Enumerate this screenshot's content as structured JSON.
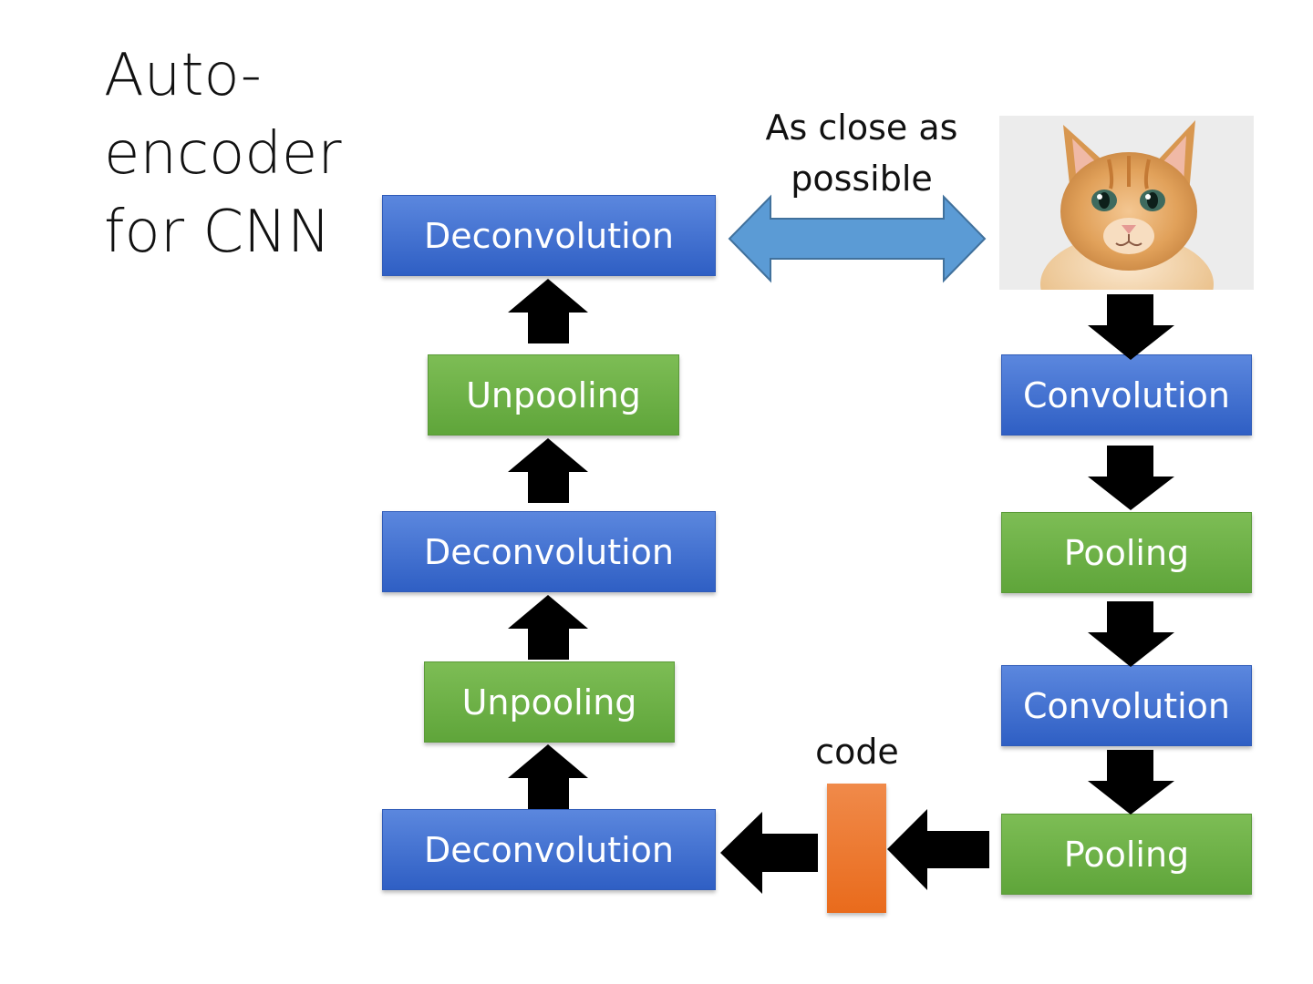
{
  "title": {
    "line1": "Auto-",
    "line2": "encoder",
    "line3": "for CNN"
  },
  "annotation": {
    "line1": "As close as",
    "line2": "possible"
  },
  "code_label": "code",
  "decoder": {
    "deconv_top": "Deconvolution",
    "unpool_top": "Unpooling",
    "deconv_mid": "Deconvolution",
    "unpool_bottom": "Unpooling",
    "deconv_bottom": "Deconvolution"
  },
  "encoder": {
    "conv_1": "Convolution",
    "pool_1": "Pooling",
    "conv_2": "Convolution",
    "pool_2": "Pooling"
  },
  "colors": {
    "blue": "#4472c4",
    "green": "#70ad47",
    "orange": "#ed7d31",
    "double_arrow": "#5b9bd5"
  },
  "icons": {
    "image": "kitten-photo"
  }
}
